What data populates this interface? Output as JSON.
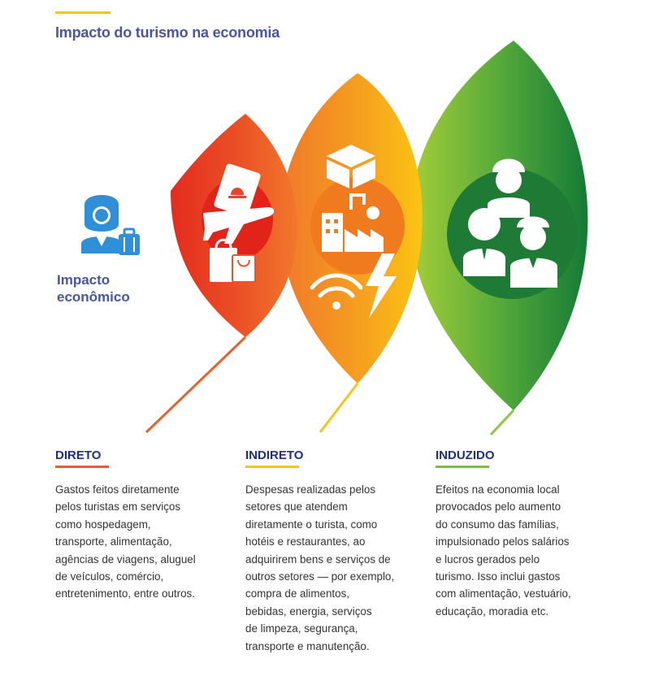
{
  "header": {
    "title": "Impacto do turismo na economia"
  },
  "main_label": {
    "line1": "Impacto",
    "line2": "econômico"
  },
  "colors": {
    "title": "#4A55A2",
    "heading": "#1E2F86",
    "direct": "#E8612B",
    "indirect": "#F5C518",
    "induced": "#7CBF3A",
    "green_dark": "#1E7A34"
  },
  "icons": {
    "main": "business-person-icon",
    "direct": [
      "menu-icon",
      "airplane-icon",
      "shopping-bags-icon"
    ],
    "indirect": [
      "box-icon",
      "factory-icon",
      "wifi-icon",
      "lightning-icon"
    ],
    "induced": [
      "workers-group-icon"
    ]
  },
  "columns": [
    {
      "title": "DIRETO",
      "text": "Gastos feitos diretamente\npelos turistas em serviços\ncomo hospedagem,\ntransporte, alimentação,\nagências de viagens, aluguel\nde veículos, comércio,\nentretenimento, entre outros."
    },
    {
      "title": "INDIRETO",
      "text": "Despesas realizadas pelos\nsetores que atendem\ndiretamente o turista, como\nhotéis e restaurantes, ao\nadquirirem bens e serviços de\noutros setores — por exemplo,\ncompra de alimentos,\nbebidas, energia, serviços\nde limpeza, segurança,\ntransporte e manutenção."
    },
    {
      "title": "INDUZIDO",
      "text": "Efeitos na economia local\nprovocados pelo aumento\ndo consumo das famílias,\nimpulsionado pelos salários\ne lucros gerados pelo\nturismo. Isso inclui gastos\ncom alimentação, vestuário,\neducação, moradia etc."
    }
  ]
}
